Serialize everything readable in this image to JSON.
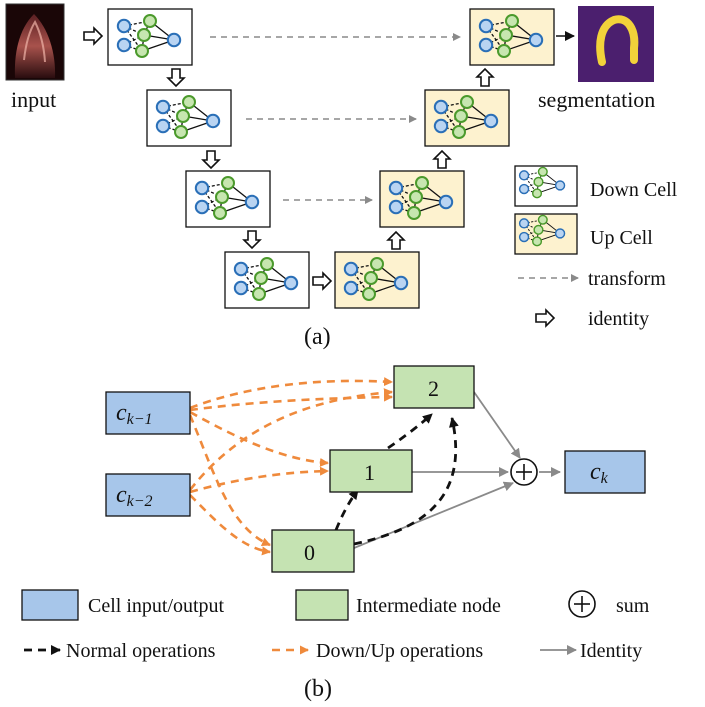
{
  "panel_a": {
    "caption": "(a)",
    "input_label": "input",
    "output_label": "segmentation",
    "legend": {
      "down_cell": "Down Cell",
      "up_cell": "Up Cell",
      "transform": "transform",
      "identity": "identity"
    },
    "colors": {
      "down_cell_bg": "#ffffff",
      "up_cell_bg": "#fdf2cf",
      "blue_node": "#b9d4f2",
      "blue_node_stroke": "#2a6fb7",
      "green_node": "#c7e6b0",
      "green_node_stroke": "#4b9a2c",
      "segmentation_bg": "#4b1f6e",
      "segmentation_shape": "#f2d23a"
    }
  },
  "panel_b": {
    "caption": "(b)",
    "nodes": {
      "ck1_base": "c",
      "ck1_sub": "k−1",
      "ck2_base": "c",
      "ck2_sub": "k−2",
      "ck_base": "c",
      "ck_sub": "k",
      "n0": "0",
      "n1": "1",
      "n2": "2"
    },
    "legend": {
      "cell_io": "Cell input/output",
      "intermediate": "Intermediate node",
      "sum": "sum",
      "normal": "Normal operations",
      "downup": "Down/Up operations",
      "identity": "Identity"
    },
    "colors": {
      "blue_box": "#a7c6ea",
      "green_box": "#c5e3b2",
      "orange": "#ef8a3c",
      "black": "#111111",
      "gray": "#8a8a8a"
    }
  }
}
